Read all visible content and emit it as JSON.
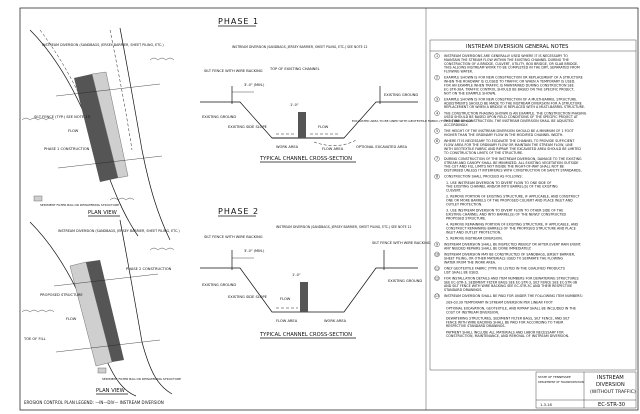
{
  "phase1": {
    "title": "PHASE 1",
    "plan_view": "PLAN VIEW",
    "section_title": "TYPICAL CHANNEL CROSS-SECTION",
    "plan_labels": {
      "diversion": "INSTREAM DIVERSION (SANDBAGS, JERSEY BARRIER, SHEET PILING, ETC.)",
      "silt_fence": "SILT FENCE (TYP.) SEE NOTE 13",
      "phase1": "PHASE 1 CONSTRUCTION",
      "filter_bag": "SEDIMENT FILTER BAG OR DEWATERING STRUCTURE",
      "flow": "FLOW"
    },
    "section_labels": {
      "silt_fence": "SILT FENCE WITH WIRE BACKING",
      "dim1": "3'-0\" (MIN.)",
      "dim2": "1'-0\"",
      "top_of_channel": "TOP OF EXISTING CHANNEL",
      "diversion": "INSTREAM DIVERSION (SANDBAGS, JERSEY BARRIER, SHEET PILING, ETC.) SEE NOTE 12",
      "existing_ground": "EXISTING GROUND",
      "side_slope": "EXISTING SIDE SLOPE",
      "work_area": "WORK AREA",
      "flow_area": "FLOW AREA",
      "flow": "FLOW",
      "excavated": "EXCAVATED AREA TO BE LINED WITH GEOTEXTILE FABRIC (TYPE III) AND RIPRAP",
      "optional": "OPTIONAL EXCAVATED AREA",
      "existing_ground2": "EXISTING GROUND"
    }
  },
  "phase2": {
    "title": "PHASE 2",
    "plan_view": "PLAN VIEW",
    "section_title": "TYPICAL CHANNEL CROSS-SECTION",
    "plan_labels": {
      "diversion": "INSTREAM DIVERSION (SANDBAGS, JERSEY BARRIER, SHEET PILING, ETC.)",
      "phase2": "PHASE 2 CONSTRUCTION",
      "proposed": "PROPOSED STRUCTURE",
      "top_of_fill": "TOE OF FILL",
      "filter_bag": "SEDIMENT FILTER BAG OR DEWATERING STRUCTURE",
      "flow": "FLOW"
    },
    "section_labels": {
      "silt_fence": "SILT FENCE WITH WIRE BACKING",
      "dim1": "3'-0\" (MIN.)",
      "dim2": "1'-0\"",
      "diversion": "INSTREAM DIVERSION (SANDBAGS, JERSEY BARRIER, SHEET PILING, ETC.) SEE NOTE 12",
      "existing_ground": "EXISTING GROUND",
      "side_slope": "EXISTING SIDE SLOPE",
      "flow_area": "FLOW AREA",
      "work_area": "WORK AREA",
      "flow": "FLOW",
      "silt_fence_r": "SILT FENCE WITH WIRE BACKING",
      "existing_ground_r": "EXISTING GROUND"
    }
  },
  "legend": "EROSION CONTROL PLAN LEGEND: —IN—DIV— INSTREAM DIVERSION",
  "notes": {
    "heading": "INSTREAM DIVERSION GENERAL NOTES",
    "items": [
      {
        "n": "1",
        "lines": [
          "INSTREAM DIVERSIONS ARE GENERALLY USED WHERE IT IS NECESSARY TO",
          "MAINTAIN THE STREAM FLOW WITHIN THE EXISTING CHANNEL DURING THE",
          "CONSTRUCTION OF A BRIDGE, CULVERT, UTILITY, BOX BRIDGE, OR SLAB BRIDGE.",
          "THIS ALLOWS INSTREAM WORK TO BE COMPLETED IN THE DRY, SEPARATED FROM",
          "FLOWING WATER."
        ]
      },
      {
        "n": "2",
        "lines": [
          "EXAMPLE SHOWN IS FOR NEW CONSTRUCTION OR REPLACEMENT OF A STRUCTURE",
          "WHEN THE ROADWAY IS CLOSED TO TRAFFIC OR WHEN A TEMPORARY IS USED.",
          "FOR AN EXAMPLE WHEN TRAFFIC IS MAINTAINED DURING CONSTRUCTION SEE",
          "EC-STR-30A. TRAFFIC CONTROL SHOULD BE BASED ON THE SPECIFIC PROJECT,",
          "NOT ON THE EXAMPLE SHOWN."
        ]
      },
      {
        "n": "3",
        "lines": [
          "EXAMPLE SHOWN IS FOR NEW CONSTRUCTION OF A MULTI-BARREL STRUCTURE.",
          "ADJUSTMENTS SHOULD BE MADE TO THE INSTREAM DIVERSION FOR A STRUCTURE",
          "REPLACEMENT OR WHEN A BRIDGE IS REPLACED WITH A MULTI-BARREL STRUCTURE."
        ]
      },
      {
        "n": "4",
        "lines": [
          "THE CONSTRUCTION PHASING SHOWN IS AN EXAMPLE. THE CONSTRUCTION PHASING",
          "USED SHOULD BE BASED UPON FIELD CONDITIONS OF THE SPECIFIC PROJECT AT",
          "THE TIME OF CONSTRUCTION. THE INSTREAM DIVERSION SHALL BE ADJUSTED",
          "ACCORDINGLY."
        ]
      },
      {
        "n": "5",
        "lines": [
          "THE HEIGHT OF THE INSTREAM DIVERSION SHOULD BE A MINIMUM OF 1 FOOT",
          "HIGHER THAN THE ORDINARY FLOW IN THE MODIFIED CHANNEL WIDTH."
        ]
      },
      {
        "n": "6",
        "lines": [
          "WHERE IT IS NECESSARY TO EXCAVATE THE CHANNEL TO PROVIDE SUFFICIENT",
          "FLOW AREA FOR THE ORDINARY FLOW OR MAINTAIN THE STREAM FLOW, LINE",
          "WITH GEOTEXTILE FABRIC AND RIPRAP. THE EXCAVATED AREA SHOULD BE LIMITED",
          "TO CONSTRUCTION LIMITS OF THE STRUCTURE."
        ]
      },
      {
        "n": "7",
        "lines": [
          "DURING CONSTRUCTION OF THE INSTREAM DIVERSION, DAMAGE TO THE EXISTING",
          "STREAM AND CANOPY SHALL BE MINIMIZED. ALL EXISTING VEGETATION OUTSIDE",
          "THE CUT AND FILL LIMITS NOT INSIDE THE RIGHT-OF-WAY SHALL NOT BE",
          "DISTURBED UNLESS IT INTERFERES WITH CONSTRUCTION OR SAFETY STANDARDS."
        ]
      },
      {
        "n": "8",
        "lines": [
          "CONSTRUCTION SHALL PROCEED AS FOLLOWS:"
        ]
      },
      {
        "n": "",
        "lines": [
          "1. USE INSTREAM DIVERSION TO DIVERT FLOW TO ONE SIDE OF",
          "   THE EXISTING CHANNEL AND/OR INTO BARREL(S) OF THE EXISTING",
          "   CULVERT."
        ]
      },
      {
        "n": "",
        "lines": [
          "2. REMOVE PORTION OF EXISTING STRUCTURE, IF APPLICABLE, AND CONSTRUCT",
          "   ONE OR MORE BARRELS OF THE PROPOSED CULVERT AND PLACE INLET AND",
          "   OUTLET PROTECTION."
        ]
      },
      {
        "n": "",
        "lines": [
          "3. USE INSTREAM DIVERSION TO DIVERT FLOW TO OTHER SIDE OF THE",
          "   EXISTING CHANNEL AND INTO BARREL(S) OF THE NEWLY CONSTRUCTED",
          "   PROPOSED STRUCTURE."
        ]
      },
      {
        "n": "",
        "lines": [
          "4. REMOVE REMAINING PORTION OF EXISTING STRUCTURE, IF APPLICABLE, AND",
          "   CONSTRUCT REMAINING BARRELS OF THE PROPOSED STRUCTURE AND PLACE",
          "   INLET AND OUTLET PROTECTION."
        ]
      },
      {
        "n": "",
        "lines": [
          "5. REMOVE INSTREAM DIVERSION."
        ]
      },
      {
        "n": "9",
        "lines": [
          "INSTREAM DIVERSION SHALL BE INSPECTED WEEKLY OR AFTER EVERY RAIN EVENT.",
          "ANY NEEDED REPAIRS SHALL BE DONE IMMEDIATELY."
        ]
      },
      {
        "n": "10",
        "lines": [
          "INSTREAM DIVERSION MAY BE CONSTRUCTED OF SANDBAGS, JERSEY BARRIER,",
          "SHEET PILING, OR OTHER MATERIALS USED TO SEPARATE THE FLOWING",
          "WATER FROM THE WORK AREA."
        ]
      },
      {
        "n": "11",
        "lines": [
          "ONLY GEOTEXTILE FABRIC (TYPE III) LISTED IN THE QUALIFIED PRODUCTS",
          "LIST SHALL BE USED."
        ]
      },
      {
        "n": "12",
        "lines": [
          "FOR INSTALLATION DETAILS AND ITEM NUMBERS FOR DEWATERING STRUCTURES",
          "SEE EC-STR-3, SEDIMENT FILTER BAGS SEE EC-STR-3, SILT FENCE SEE EC-STR-3B",
          "AND SILT FENCE WITH WIRE BACKING SEE EC-STR-3C AND THEIR RESPECTIVE",
          "STANDARD DRAWINGS."
        ]
      },
      {
        "n": "13",
        "lines": [
          "INSTREAM DIVERSION SHALL BE PAID FOR UNDER THE FOLLOWING ITEM NUMBERS:"
        ]
      },
      {
        "n": "",
        "lines": [
          "209-03.39        TEMPORARY IN STREAM DIVERSION PER LINEAR FOOT"
        ]
      },
      {
        "n": "",
        "lines": [
          "OPTIONAL EXCAVATION, GEOTEXTILE, AND RIPRAP SHALL BE INCLUDED IN THE",
          "COST OF INSTREAM DIVERSION."
        ]
      },
      {
        "n": "",
        "lines": [
          "DEWATERING STRUCTURES, SEDIMENT FILTER BAGS, SILT FENCE, AND SILT",
          "FENCE WITH WIRE BACKING SHALL BE PAID FOR ACCORDING TO THEIR",
          "RESPECTIVE STANDARD DRAWINGS."
        ]
      },
      {
        "n": "",
        "lines": [
          "PAYMENT SHALL INCLUDE ALL MATERIALS AND LABOR NECESSARY FOR",
          "CONSTRUCTION, MAINTENANCE, AND REMOVAL OF INSTREAM DIVERSION."
        ]
      }
    ]
  },
  "title_block": {
    "state": "STATE OF TENNESSEE",
    "dept": "DEPARTMENT OF TRANSPORTATION",
    "title_lines": [
      "INSTREAM",
      "DIVERSION",
      "(WITHOUT TRAFFIC)"
    ],
    "date": "1-3-18",
    "sheet": "EC-STR-30"
  }
}
